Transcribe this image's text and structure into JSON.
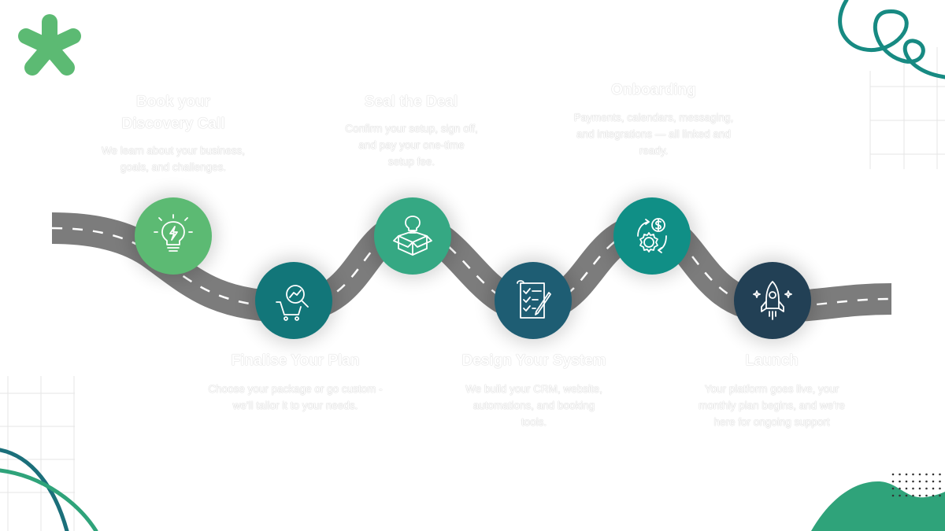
{
  "colors": {
    "road": "#7c7c7c",
    "road_line": "#ffffff",
    "accent_green": "#5cba73",
    "accent_teal": "#137c80",
    "blob_green": "#2fa37a",
    "deco_teal": "#178a82"
  },
  "steps": [
    {
      "title": "Book your\nDiscovery Call",
      "description": "We learn about your business,\ngoals, and challenges.",
      "icon": "lightbulb-icon",
      "color": "#5cba73"
    },
    {
      "title": "Finalise Your Plan",
      "description": "Choose your package or go custom -\nwe'll tailor it to your needs.",
      "icon": "cart-chart-icon",
      "color": "#127679"
    },
    {
      "title": "Seal the Deal",
      "description": "Confirm your setup, sign off,\nand pay your one-time\nsetup fee.",
      "icon": "idea-box-icon",
      "color": "#35a883"
    },
    {
      "title": "Design Your System",
      "description": "We build your CRM, website,\nautomations, and booking\ntools.",
      "icon": "checklist-icon",
      "color": "#1e5d73"
    },
    {
      "title": "Onboarding",
      "description": "Payments, calendars, messaging,\nand integrations — all linked and\nready.",
      "icon": "gear-dollar-icon",
      "color": "#108f86"
    },
    {
      "title": "Launch",
      "description": "Your platform goes live, your\nmonthly plan begins, and we're\nhere for ongoing support",
      "icon": "rocket-icon",
      "color": "#224055"
    }
  ]
}
